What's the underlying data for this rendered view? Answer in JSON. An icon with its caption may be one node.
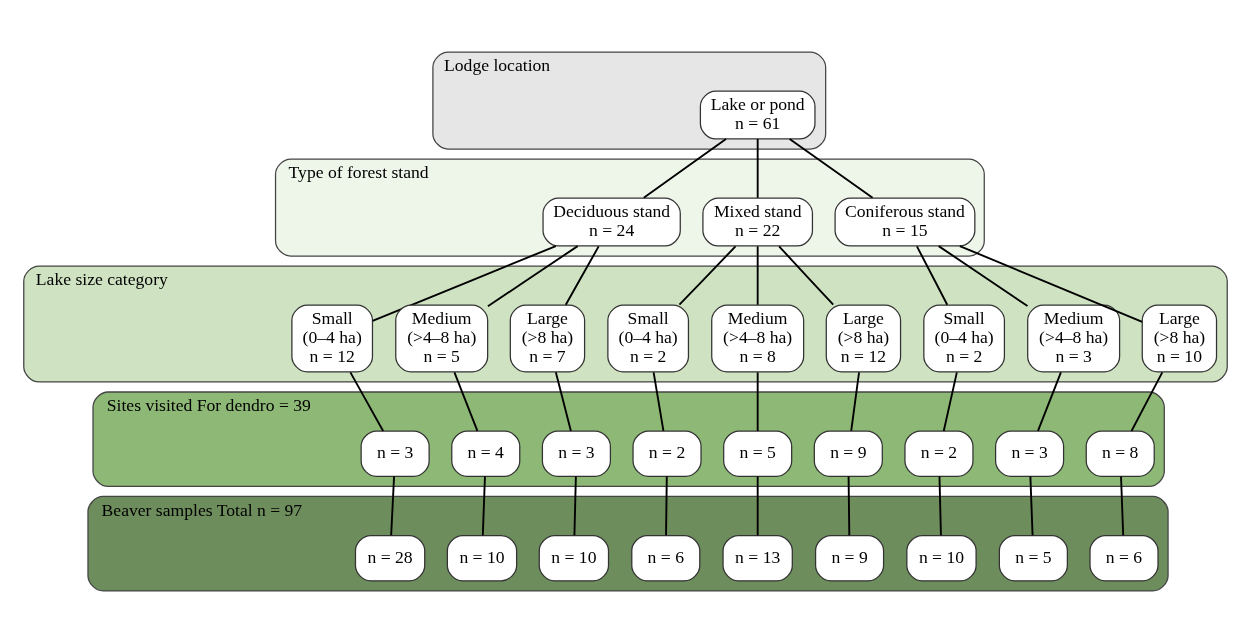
{
  "diagram": {
    "nodes": [
      {
        "text": [
          "Lodge location"
        ]
      },
      {
        "text": [
          "Lake or pond",
          "n = 61"
        ],
        "in": 0
      },
      {
        "text": [
          "Type of forest stand"
        ]
      },
      {
        "text": [
          "Deciduous stand",
          "n = 24"
        ],
        "in": 2
      },
      {
        "text": [
          "Mixed stand",
          "n = 22"
        ],
        "in": 2
      },
      {
        "text": [
          "Coniferous stand",
          "n = 15"
        ],
        "in": 2
      },
      {
        "text": [
          "Lake size category"
        ]
      },
      {
        "text": [
          "Small",
          "(0–4 ha)",
          "n = 12"
        ],
        "in": 6
      },
      {
        "text": [
          "Medium",
          "(>4–8 ha)",
          "n = 5"
        ],
        "in": 6
      },
      {
        "text": [
          "Large",
          "(>8 ha)",
          "n = 7"
        ],
        "in": 6
      },
      {
        "text": [
          "Small",
          "(0–4 ha)",
          "n = 2"
        ],
        "in": 6
      },
      {
        "text": [
          "Medium",
          "(>4–8 ha)",
          "n = 8"
        ],
        "in": 6
      },
      {
        "text": [
          "Large",
          "(>8 ha)",
          "n = 12"
        ],
        "in": 6
      },
      {
        "text": [
          "Small",
          "(0–4 ha)",
          "n = 2"
        ],
        "in": 6
      },
      {
        "text": [
          "Medium",
          "(>4–8 ha)",
          "n = 3"
        ],
        "in": 6
      },
      {
        "text": [
          "Large",
          "(>8 ha)",
          "n = 10"
        ],
        "in": 6
      },
      {
        "text": [
          "Sites visited For dendro = 39"
        ]
      },
      {
        "text": [
          "n = 3"
        ],
        "in": 16
      },
      {
        "text": [
          "n = 4"
        ],
        "in": 16
      },
      {
        "text": [
          "n = 3"
        ],
        "in": 16
      },
      {
        "text": [
          "n = 2"
        ],
        "in": 16
      },
      {
        "text": [
          "n = 5"
        ],
        "in": 16
      },
      {
        "text": [
          "n = 9"
        ],
        "in": 16
      },
      {
        "text": [
          "n = 2"
        ],
        "in": 16
      },
      {
        "text": [
          "n = 3"
        ],
        "in": 16
      },
      {
        "text": [
          "n = 8"
        ],
        "in": 16
      },
      {
        "text": [
          "Beaver samples Total n = 97"
        ]
      },
      {
        "text": [
          "n = 28"
        ],
        "in": 26
      },
      {
        "text": [
          "n = 10"
        ],
        "in": 26
      },
      {
        "text": [
          "n = 10"
        ],
        "in": 26
      },
      {
        "text": [
          "n = 6"
        ],
        "in": 26
      },
      {
        "text": [
          "n = 13"
        ],
        "in": 26
      },
      {
        "text": [
          "n = 9"
        ],
        "in": 26
      },
      {
        "text": [
          "n = 10"
        ],
        "in": 26
      },
      {
        "text": [
          "n = 5"
        ],
        "in": 26
      },
      {
        "text": [
          "n = 6"
        ],
        "in": 26
      }
    ],
    "edges": [
      {
        "from": 1,
        "to": 3,
        "arrow": "none"
      },
      {
        "from": 1,
        "to": 4,
        "arrow": "none"
      },
      {
        "from": 1,
        "to": 5,
        "arrow": "none"
      },
      {
        "from": 3,
        "to": 7,
        "arrow": "none"
      },
      {
        "from": 3,
        "to": 8,
        "arrow": "none"
      },
      {
        "from": 3,
        "to": 9,
        "arrow": "none"
      },
      {
        "from": 4,
        "to": 10,
        "arrow": "none"
      },
      {
        "from": 4,
        "to": 11,
        "arrow": "none"
      },
      {
        "from": 4,
        "to": 12,
        "arrow": "none"
      },
      {
        "from": 5,
        "to": 13,
        "arrow": "none"
      },
      {
        "from": 5,
        "to": 14,
        "arrow": "none"
      },
      {
        "from": 5,
        "to": 15,
        "arrow": "none"
      },
      {
        "from": 7,
        "to": 17,
        "arrow": "none"
      },
      {
        "from": 8,
        "to": 18,
        "arrow": "none"
      },
      {
        "from": 9,
        "to": 19,
        "arrow": "none"
      },
      {
        "from": 10,
        "to": 20,
        "arrow": "none"
      },
      {
        "from": 11,
        "to": 21,
        "arrow": "none"
      },
      {
        "from": 12,
        "to": 22,
        "arrow": "none"
      },
      {
        "from": 13,
        "to": 23,
        "arrow": "none"
      },
      {
        "from": 14,
        "to": 24,
        "arrow": "none"
      },
      {
        "from": 15,
        "to": 25,
        "arrow": "none"
      },
      {
        "from": 17,
        "to": 27,
        "arrow": "none"
      },
      {
        "from": 18,
        "to": 28,
        "arrow": "none"
      },
      {
        "from": 19,
        "to": 29,
        "arrow": "none"
      },
      {
        "from": 20,
        "to": 30,
        "arrow": "none"
      },
      {
        "from": 21,
        "to": 31,
        "arrow": "none"
      },
      {
        "from": 22,
        "to": 32,
        "arrow": "none"
      },
      {
        "from": 23,
        "to": 33,
        "arrow": "none"
      },
      {
        "from": 24,
        "to": 34,
        "arrow": "none"
      },
      {
        "from": 25,
        "to": 35,
        "arrow": "none"
      }
    ]
  }
}
